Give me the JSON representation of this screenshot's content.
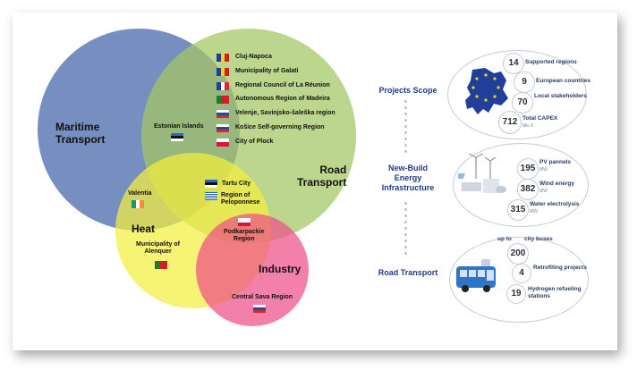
{
  "venn": {
    "sets": {
      "maritime": "Maritime\nTransport",
      "road": "Road\nTransport",
      "heat": "Heat",
      "industry": "Industry"
    },
    "colors": {
      "maritime": "#5e7bb5",
      "road": "#a8c96a",
      "heat": "#f5f050",
      "industry": "#ef5b8f"
    },
    "regions": {
      "estonian_islands": "Estonian Islands",
      "valentia": "Valentia",
      "tartu_city": "Tartu City",
      "peloponnese": "Region of\nPeloponnese",
      "podkarpackie": "Podkarpackie\nRegion",
      "alenquer": "Municipality of\nAlenquer",
      "central_sava": "Central Sava Region"
    },
    "road_list": [
      {
        "label": "Cluj-Napoca",
        "flag": "romania-flag-icon"
      },
      {
        "label": "Municipality of Galati",
        "flag": "romania-flag-icon"
      },
      {
        "label": "Regional Council of La Réunion",
        "flag": "france-flag-icon"
      },
      {
        "label": "Autonomous Region of Madeira",
        "flag": "portugal-flag-icon"
      },
      {
        "label": "Velenje, Savinjsko-šaleška region",
        "flag": "slovenia-flag-icon"
      },
      {
        "label": "Košice Self-governing Region",
        "flag": "slovakia-flag-icon"
      },
      {
        "label": "City of Plock",
        "flag": "poland-flag-icon"
      }
    ]
  },
  "panel": {
    "projects_scope": {
      "title": "Projects Scope",
      "stats": [
        {
          "value": "14",
          "label": "Supported regions",
          "sub": ""
        },
        {
          "value": "9",
          "label": "European countries",
          "sub": ""
        },
        {
          "value": "70",
          "label": "Local stakeholders",
          "sub": ""
        },
        {
          "value": "712",
          "label": "Total CAPEX",
          "sub": "Mio €"
        }
      ]
    },
    "new_build": {
      "title": "New-Build\nEnergy\nInfrastructure",
      "stats": [
        {
          "value": "195",
          "label": "PV pannels",
          "sub": "MW"
        },
        {
          "value": "382",
          "label": "Wind energy",
          "sub": "MW"
        },
        {
          "value": "315",
          "label": "Water electrolysis",
          "sub": "MW"
        }
      ]
    },
    "road_transport": {
      "title": "Road Transport",
      "prefix": "up to",
      "stats": [
        {
          "value": "200",
          "label": "city buses",
          "sub": ""
        },
        {
          "value": "4",
          "label": "Retrofiting projects",
          "sub": ""
        },
        {
          "value": "19",
          "label": "Hydrogen refueling\nstations",
          "sub": ""
        }
      ]
    }
  }
}
